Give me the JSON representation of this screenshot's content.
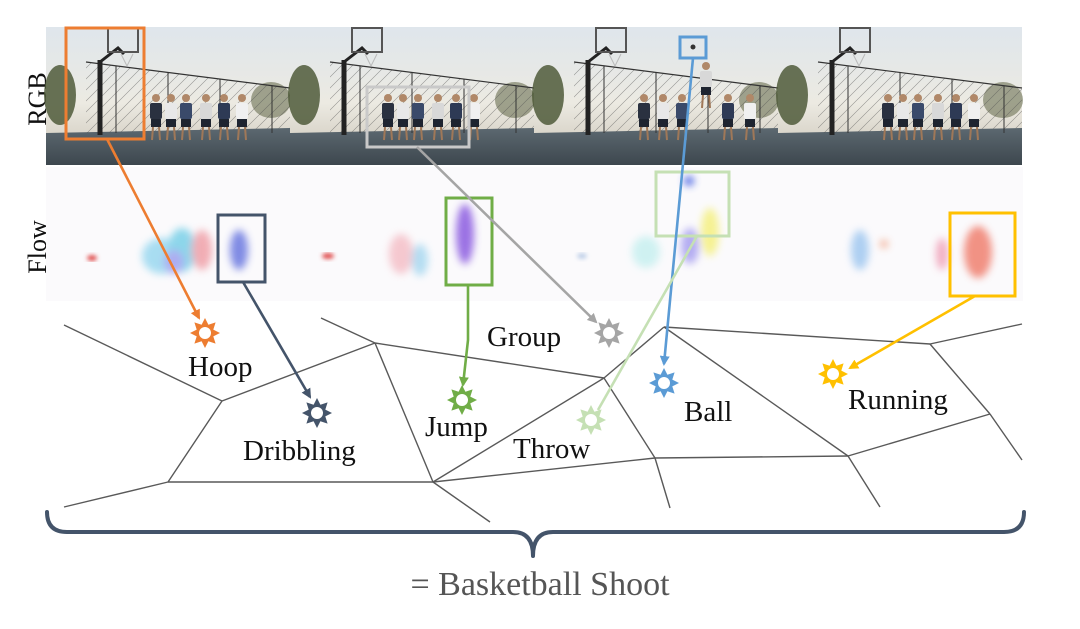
{
  "row_labels": {
    "rgb": "RGB",
    "flow": "Flow"
  },
  "concepts": {
    "hoop": "Hoop",
    "dribbling": "Dribbling",
    "jump": "Jump",
    "group": "Group",
    "throw": "Throw",
    "ball": "Ball",
    "running": "Running"
  },
  "caption": "= Basketball Shoot",
  "colors": {
    "hoop": "#ed7d31",
    "dribbling": "#44546a",
    "jump": "#70ad47",
    "group": "#a5a5a5",
    "throw": "#c5e0b4",
    "ball": "#5b9bd5",
    "running": "#ffc000",
    "edges": "#595959",
    "brace": "#44546a"
  }
}
